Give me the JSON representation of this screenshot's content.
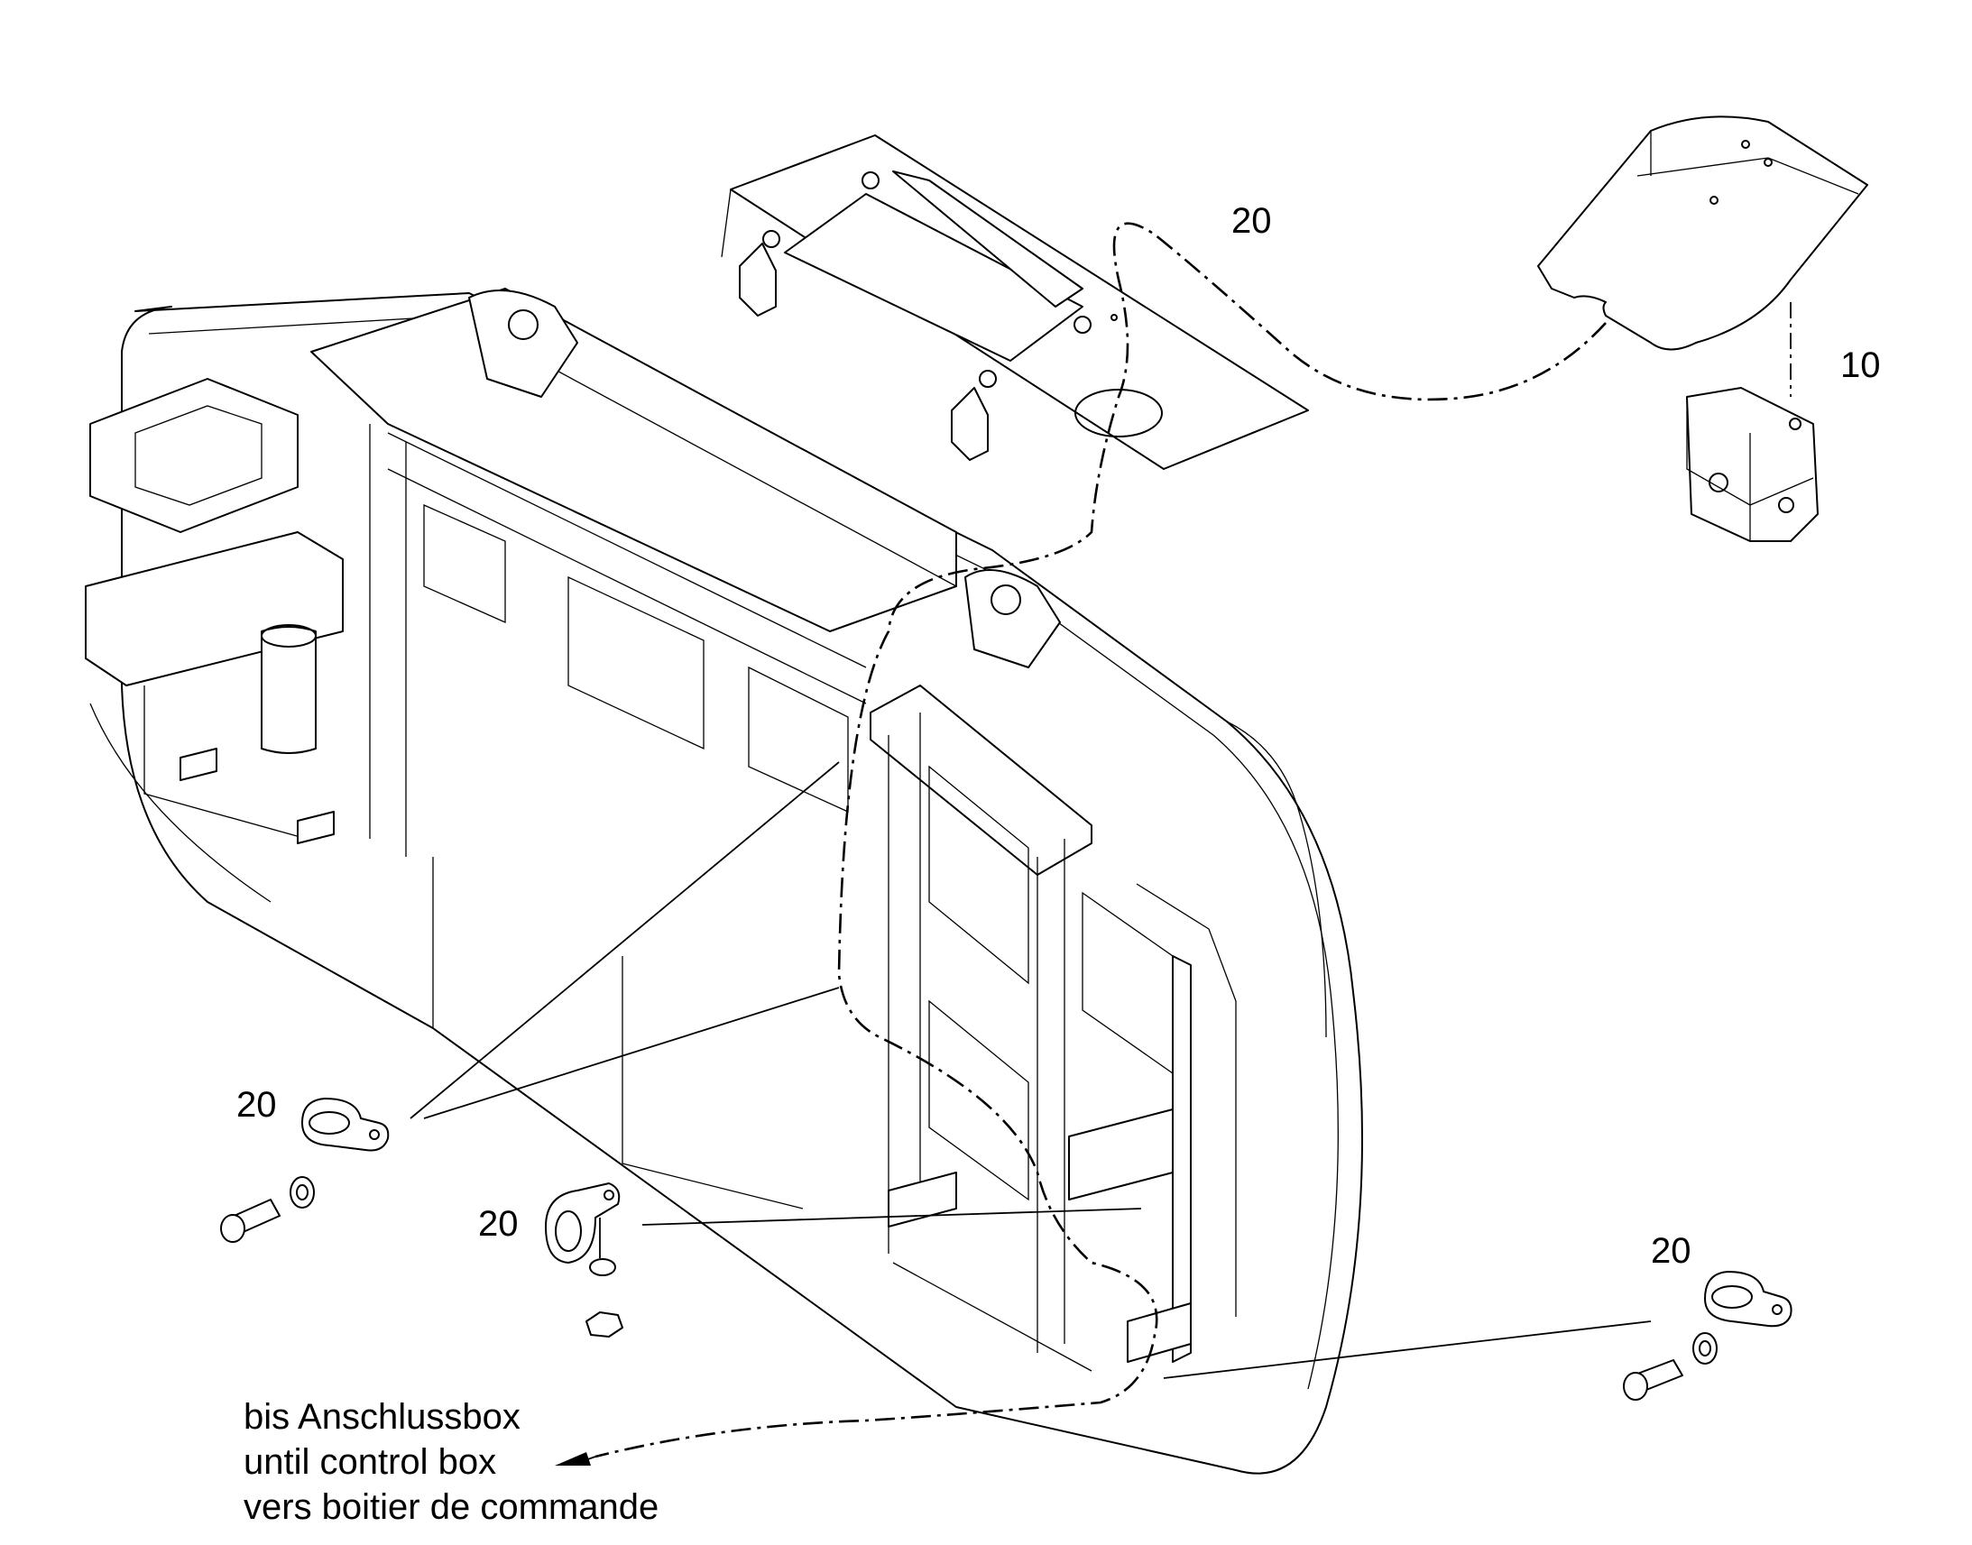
{
  "callouts": {
    "cable_top": "20",
    "bracket": "10",
    "clamp_left": "20",
    "clamp_center": "20",
    "clamp_right": "20"
  },
  "note": {
    "line1": "bis Anschlussbox",
    "line2": "until control box",
    "line3": "vers boitier de commande"
  }
}
